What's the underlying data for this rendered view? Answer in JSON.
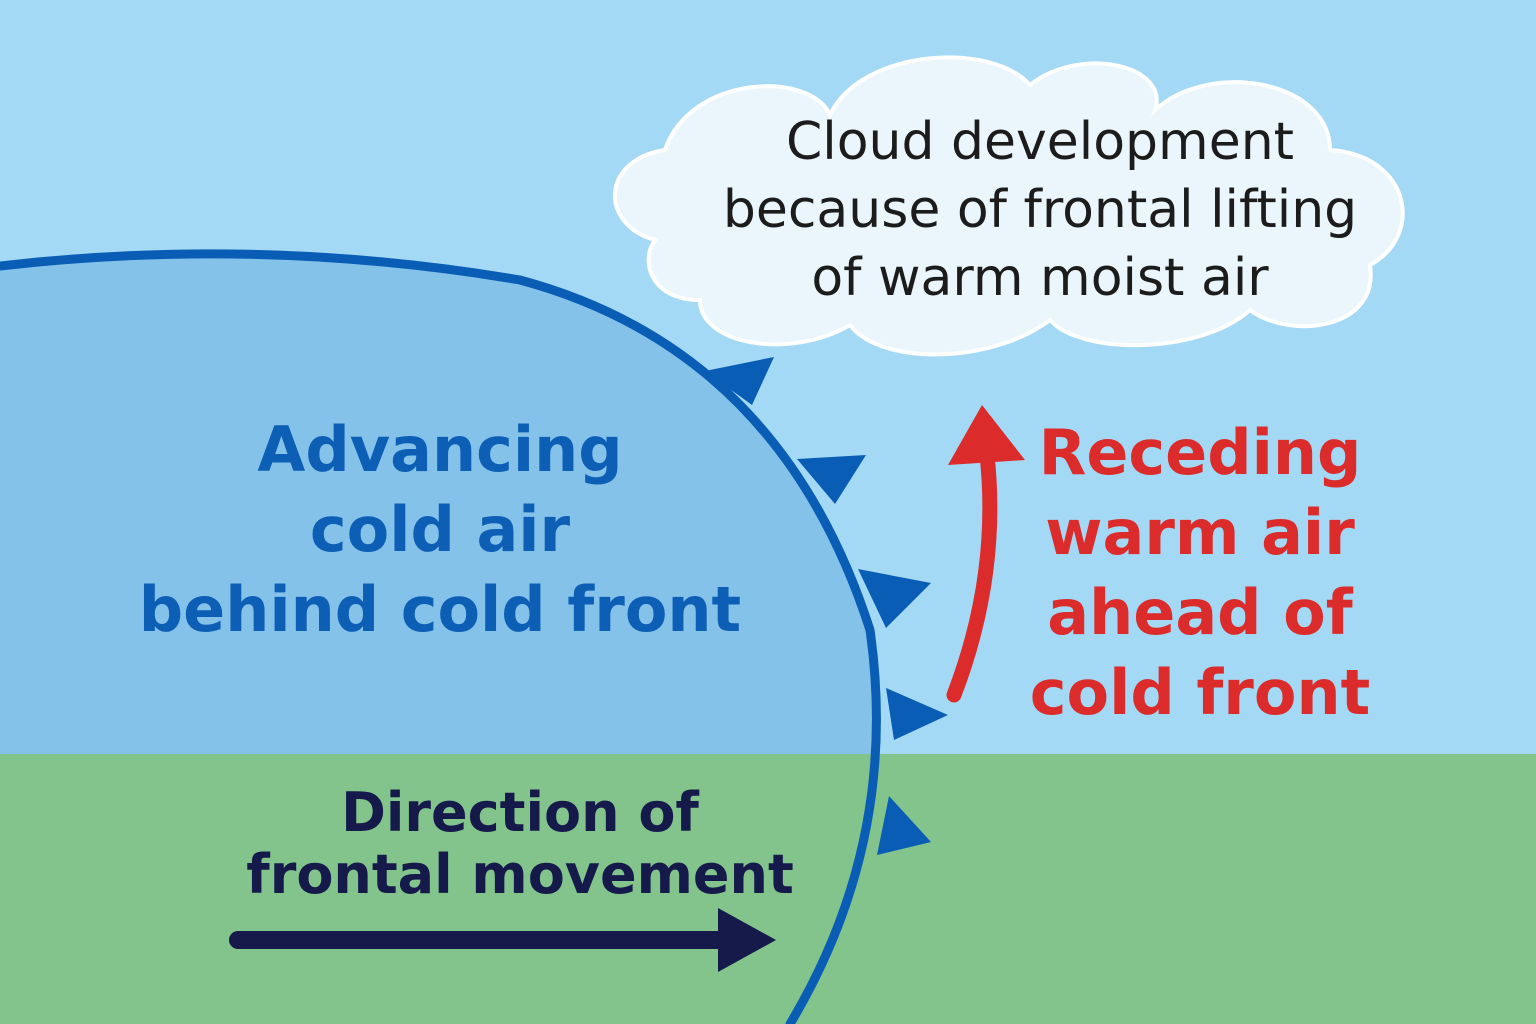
{
  "colors": {
    "sky": "#a3d9f5",
    "ground": "#82c48c",
    "cold_air_fill": "#84c2ea",
    "front_line": "#0a5db5",
    "cold_text": "#0d5fb5",
    "warm_text": "#dc2b2b",
    "warm_arrow": "#dc2b2b",
    "direction_text": "#161a4a",
    "direction_arrow": "#161a4a",
    "cloud_fill": "#eaf6fc",
    "cloud_stroke": "#ffffff",
    "cloud_text": "#1c1c1c"
  },
  "labels": {
    "cold_air": [
      "Advancing",
      "cold air",
      "behind cold front"
    ],
    "warm_air": [
      "Receding",
      "warm air",
      "ahead of",
      "cold front"
    ],
    "direction": [
      "Direction of",
      "frontal movement"
    ],
    "cloud": [
      "Cloud development",
      "because of frontal lifting",
      "of warm moist air"
    ]
  },
  "icons": {
    "front_symbol": "cold-front-triangles",
    "direction_arrow": "arrow-right",
    "warm_arrow": "arrow-up-curved"
  }
}
